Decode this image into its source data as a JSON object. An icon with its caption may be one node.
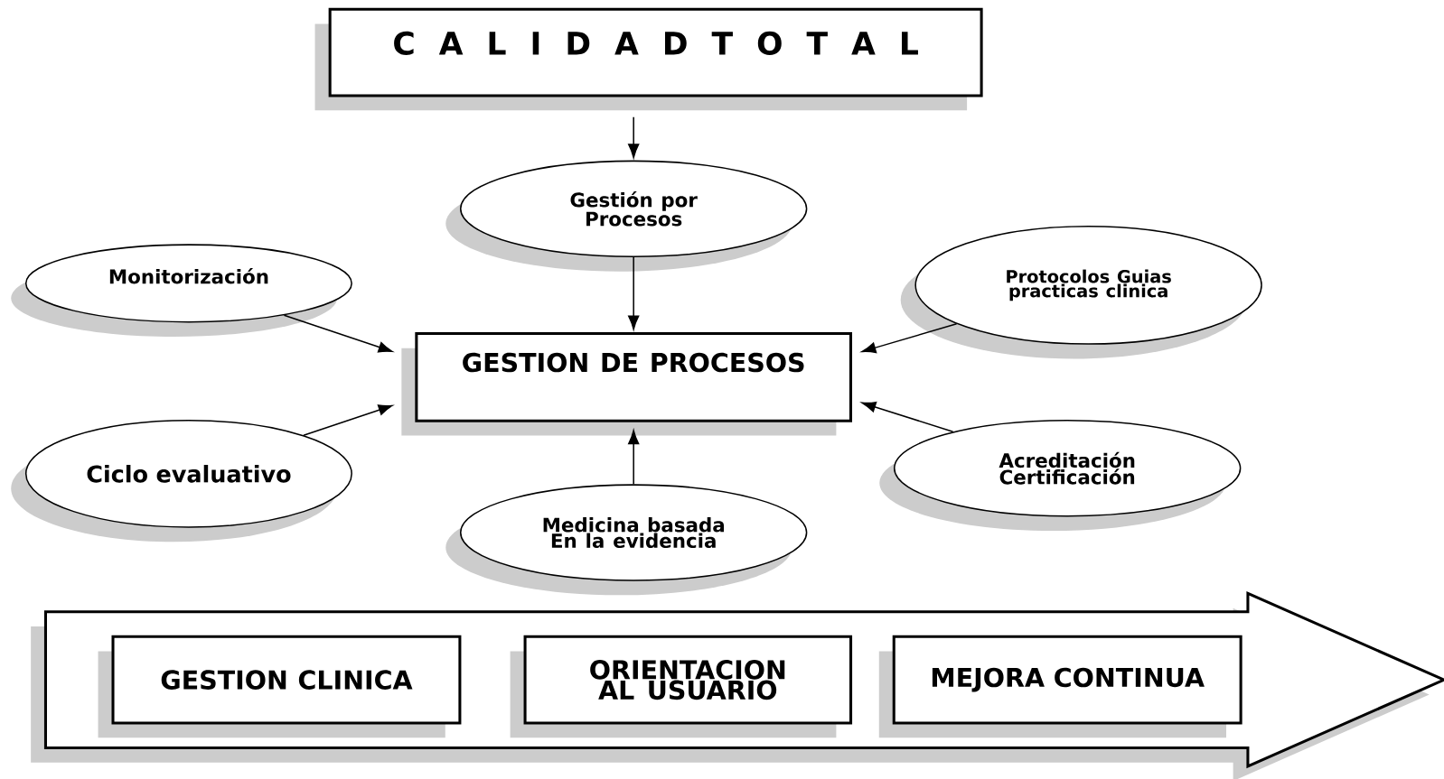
{
  "diagram": {
    "nodes": [
      {
        "text": [
          "C A L I D A D T O T A L"
        ]
      },
      {
        "text": [
          "Gestión por Procesos"
        ]
      },
      {
        "text": [
          "Monitorización"
        ]
      },
      {
        "text": [
          "GESTION DE PROCESOS"
        ]
      },
      {
        "text": [
          "Protocolos Guias practicas clinica"
        ]
      },
      {
        "text": [
          "Ciclo evaluativo"
        ]
      },
      {
        "text": [
          "Acreditación Certificación"
        ]
      },
      {
        "text": [
          "Medicina basada En la evidencia"
        ]
      },
      {
        "text": [
          "GESTION CLINICA"
        ]
      },
      {
        "text": [
          "ORIENTACION AL USUARIO"
        ]
      },
      {
        "text": [
          "MEJORA CONTINUA"
        ]
      }
    ],
    "edges": [
      {
        "from": 0,
        "to": 1,
        "arrow": "to"
      },
      {
        "from": 1,
        "to": 3,
        "arrow": "to"
      },
      {
        "from": 2,
        "to": 3,
        "arrow": "to"
      },
      {
        "from": 5,
        "to": 3,
        "arrow": "to"
      },
      {
        "from": 4,
        "to": 3,
        "arrow": "to"
      },
      {
        "from": 6,
        "to": 3,
        "arrow": "to"
      },
      {
        "from": 7,
        "to": 3,
        "arrow": "to"
      },
      {
        "from": 8,
        "to": null,
        "arrow": "to",
        "style": "thick"
      }
    ]
  }
}
